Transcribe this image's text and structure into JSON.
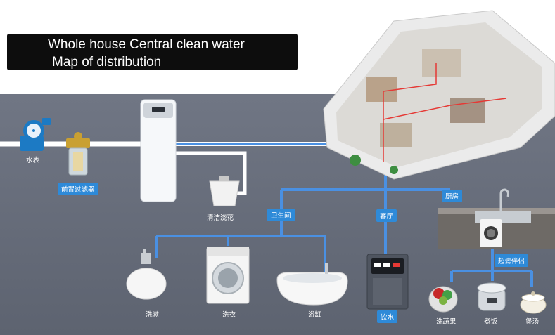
{
  "title": {
    "line1": "Whole house Central clean water",
    "line2": "Map of distribution"
  },
  "labels": {
    "water_meter": "水表",
    "pre_filter": "前置过滤器",
    "mop_sink": "清洁浇花",
    "bathroom": "卫生间",
    "living_room": "客厅",
    "kitchen": "厨房",
    "ultrafilter": "超滤伴侣",
    "wash": "洗漱",
    "laundry": "洗衣",
    "bathtub": "浴缸",
    "drinking": "饮水",
    "wash_vegetables": "洗蔬果",
    "cook_rice": "煮饭",
    "soup": "煲汤"
  },
  "colors": {
    "pipe": "#4a90e2",
    "tag_blue": "#2e8ad8",
    "floor": "#666c79",
    "title_bg": "#0d0d0d"
  }
}
